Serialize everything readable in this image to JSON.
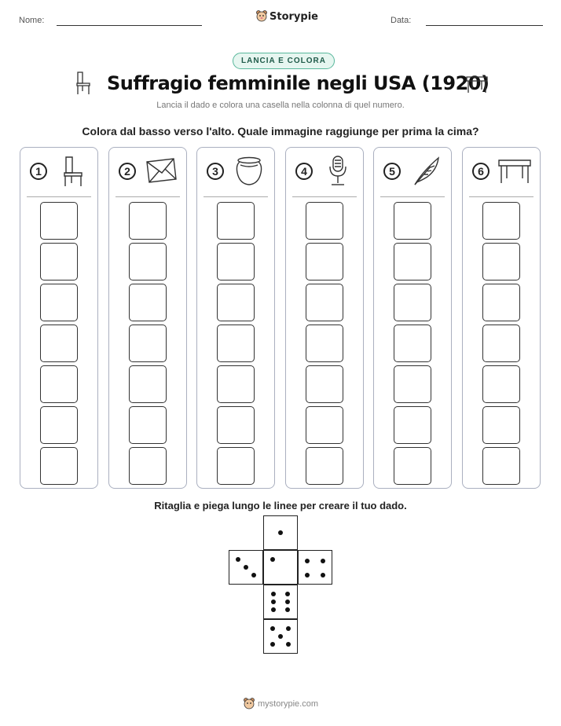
{
  "header": {
    "name_label": "Nome:",
    "date_label": "Data:",
    "logo_text": "Storypie"
  },
  "badge": "LANCIA E COLORA",
  "title": "Suffragio femminile negli USA (1920)",
  "subtitle": "Lancia il dado e colora una casella nella colonna di quel numero.",
  "instruction": "Colora dal basso verso l'alto. Quale immagine raggiunge per prima la cima?",
  "columns": [
    {
      "number": "1",
      "icon": "chair-icon"
    },
    {
      "number": "2",
      "icon": "envelope-icon"
    },
    {
      "number": "3",
      "icon": "pot-icon"
    },
    {
      "number": "4",
      "icon": "microphone-icon"
    },
    {
      "number": "5",
      "icon": "quill-icon"
    },
    {
      "number": "6",
      "icon": "table-icon"
    }
  ],
  "cells_per_column": 7,
  "dice_instruction": "Ritaglia e piega lungo le linee per creare il tuo dado.",
  "footer": "mystorypie.com",
  "colors": {
    "badge_border": "#58b79b",
    "badge_bg": "#e6f6f0",
    "column_border": "#aab0c0"
  }
}
